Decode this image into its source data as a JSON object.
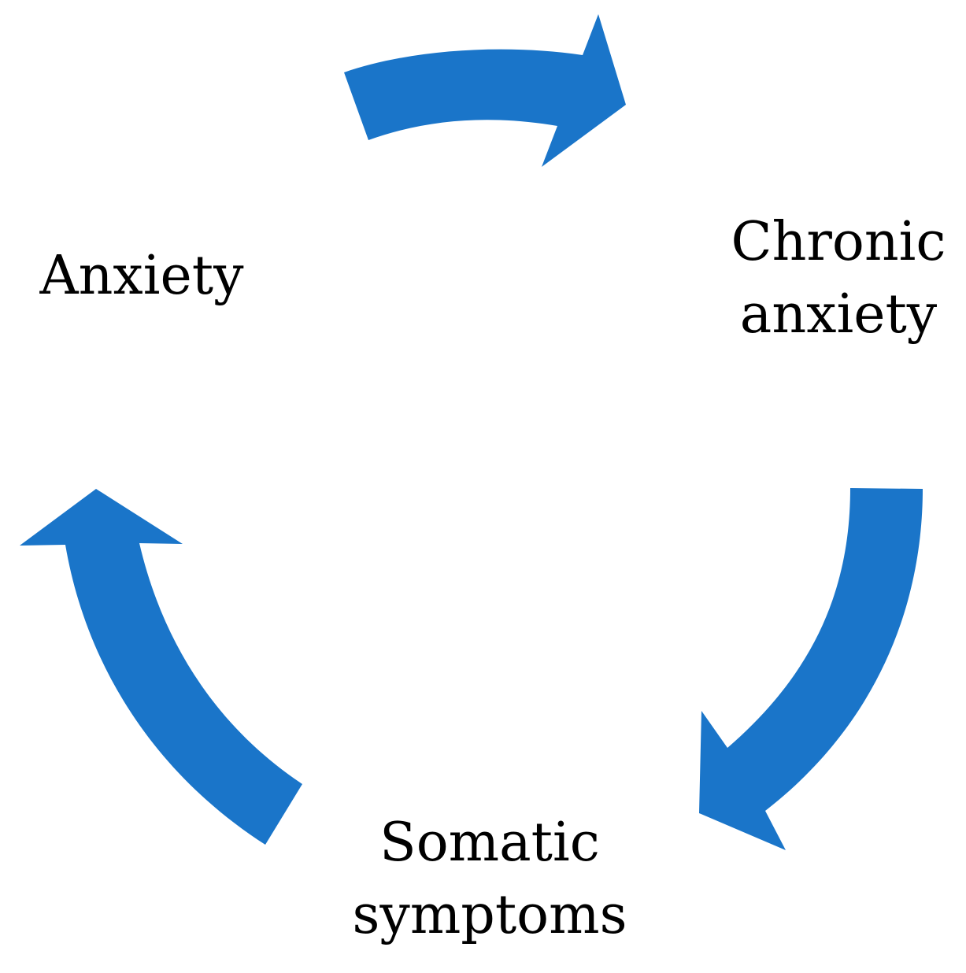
{
  "diagram": {
    "nodes": [
      {
        "id": "anxiety",
        "lines": [
          "Anxiety"
        ]
      },
      {
        "id": "chronic-anxiety",
        "lines": [
          "Chronic",
          "anxiety"
        ]
      },
      {
        "id": "somatic-symptoms",
        "lines": [
          "Somatic",
          "symptoms"
        ]
      }
    ],
    "edges": [
      {
        "from": "anxiety",
        "to": "chronic-anxiety"
      },
      {
        "from": "chronic-anxiety",
        "to": "somatic-symptoms"
      },
      {
        "from": "somatic-symptoms",
        "to": "anxiety"
      }
    ],
    "colors": {
      "arrow": "#1a75c9",
      "text": "#000000",
      "background": "#ffffff"
    }
  }
}
